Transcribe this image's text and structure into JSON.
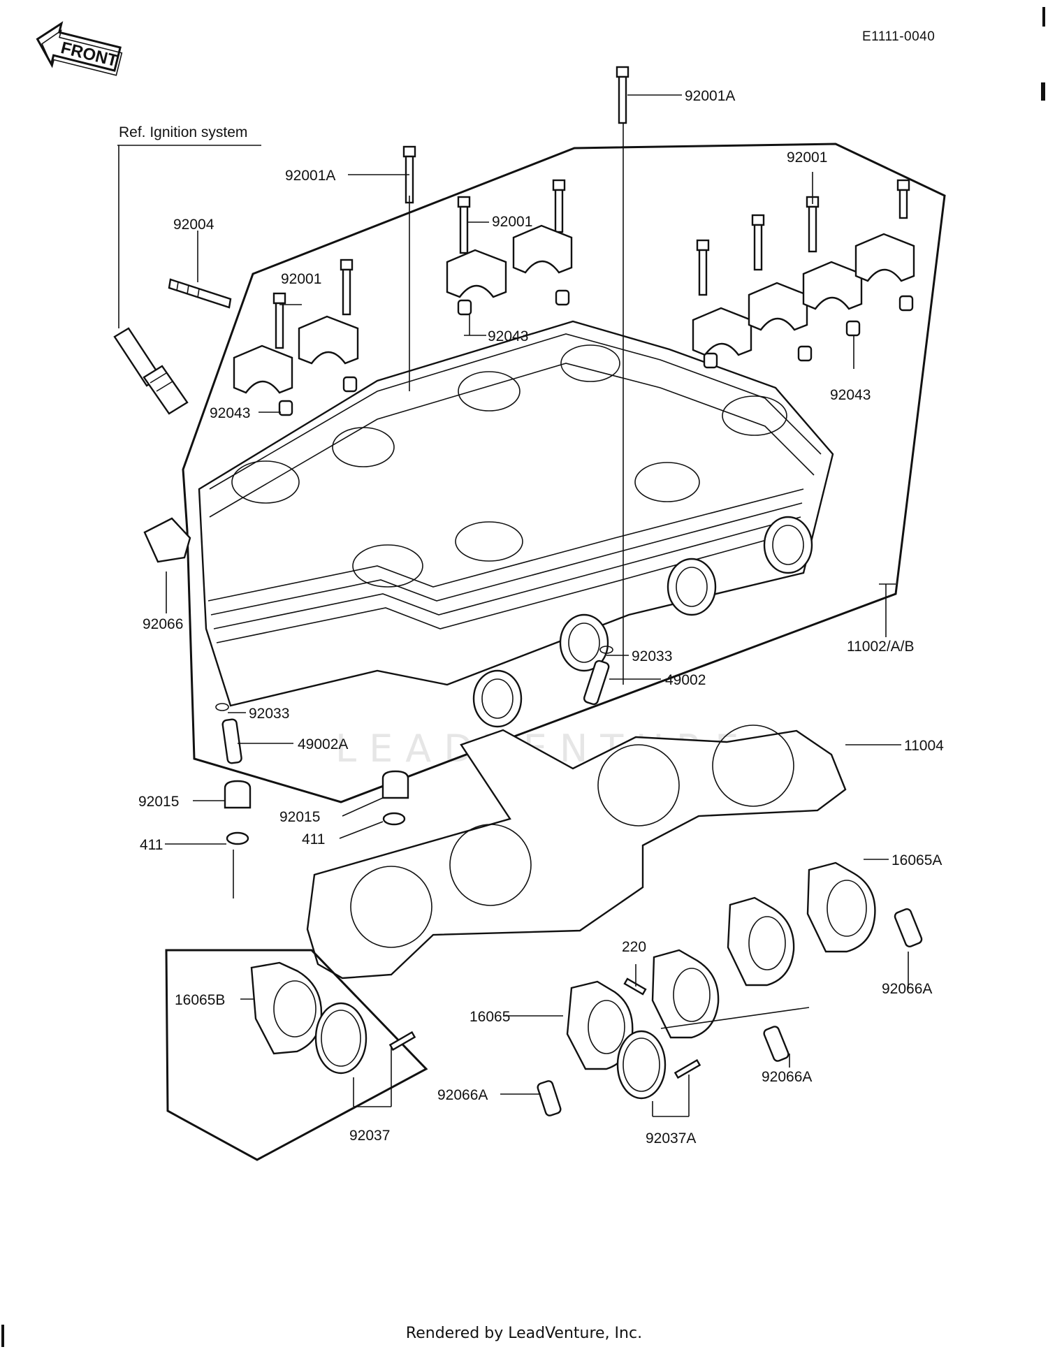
{
  "header": {
    "doc_id": "E1111-0040",
    "front_arrow": "FRONT",
    "ref_note": "Ref.  Ignition system"
  },
  "parts": [
    {
      "key": "p92001A_top",
      "label": "92001A"
    },
    {
      "key": "p92001A_left",
      "label": "92001A"
    },
    {
      "key": "p92001_right",
      "label": "92001"
    },
    {
      "key": "p92004",
      "label": "92004"
    },
    {
      "key": "p92001_mid",
      "label": "92001"
    },
    {
      "key": "p92001_left",
      "label": "92001"
    },
    {
      "key": "p92043_mid",
      "label": "92043"
    },
    {
      "key": "p92043_left",
      "label": "92043"
    },
    {
      "key": "p92043_right",
      "label": "92043"
    },
    {
      "key": "p92066",
      "label": "92066"
    },
    {
      "key": "p11002",
      "label": "11002/A/B"
    },
    {
      "key": "p92033_right",
      "label": "92033"
    },
    {
      "key": "p49002",
      "label": "49002"
    },
    {
      "key": "p92033_left",
      "label": "92033"
    },
    {
      "key": "p49002A",
      "label": "49002A"
    },
    {
      "key": "p11004",
      "label": "11004"
    },
    {
      "key": "p92015_left",
      "label": "92015"
    },
    {
      "key": "p92015_mid",
      "label": "92015"
    },
    {
      "key": "p411_left",
      "label": "411"
    },
    {
      "key": "p411_mid",
      "label": "411"
    },
    {
      "key": "p16065A",
      "label": "16065A"
    },
    {
      "key": "p220",
      "label": "220"
    },
    {
      "key": "p92066A_right",
      "label": "92066A"
    },
    {
      "key": "p16065B",
      "label": "16065B"
    },
    {
      "key": "p16065",
      "label": "16065"
    },
    {
      "key": "p92066A_mid",
      "label": "92066A"
    },
    {
      "key": "p92066A_left",
      "label": "92066A"
    },
    {
      "key": "p92037",
      "label": "92037"
    },
    {
      "key": "p92037A",
      "label": "92037A"
    }
  ],
  "watermark": "LEADVENTURE",
  "footer": "Rendered by LeadVenture, Inc."
}
